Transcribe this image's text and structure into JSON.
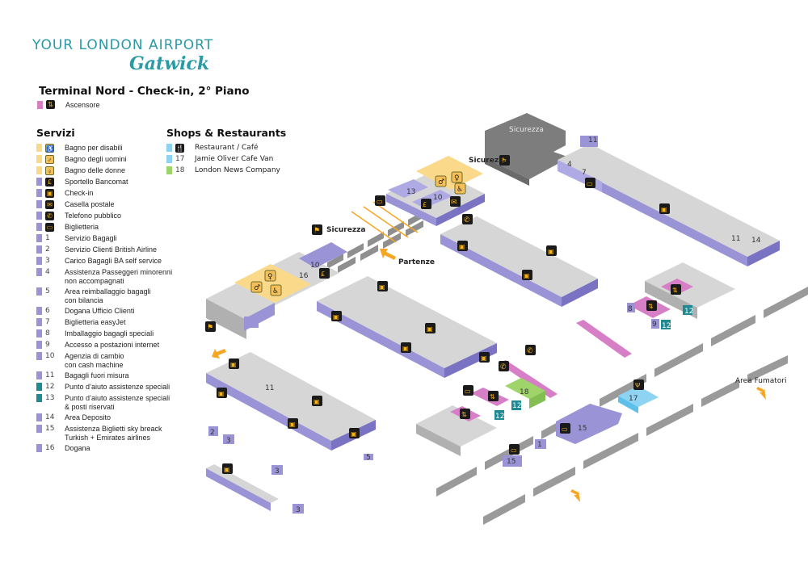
{
  "brand": {
    "tagline": "YOUR LONDON AIRPORT",
    "name": "Gatwick"
  },
  "page_title": "Terminal Nord - Check-in, 2° Piano",
  "lift_legend": {
    "icon": "lift-icon",
    "label": "Ascensore",
    "color": "#d77fc6"
  },
  "colors": {
    "brand": "#2a9aa6",
    "lift": "#d77fc6",
    "lift_dark": "#c2409f",
    "toilet": "#fbd98a",
    "service": "#9a93d6",
    "service_dark": "#7a72c2",
    "assistance": "#1f8a93",
    "restaurant": "#8fd3f3",
    "news": "#9ed46a",
    "security": "#7d7d7d",
    "floor": "#d6d6d6",
    "arrow": "#f5a623",
    "icon_bg": "#1a1a1a",
    "icon_fg": "#f5b21b"
  },
  "services": {
    "title": "Servizi",
    "items": [
      {
        "type": "icon",
        "icon": "wheelchair-icon",
        "glyph": "♿",
        "swatch": "toilet",
        "label": "Bagno per disabili"
      },
      {
        "type": "icon",
        "icon": "mens-toilet-icon",
        "glyph": "♂",
        "swatch": "toilet",
        "label": "Bagno degli uomini"
      },
      {
        "type": "icon",
        "icon": "womens-toilet-icon",
        "glyph": "♀",
        "swatch": "toilet",
        "label": "Bagno delle donne"
      },
      {
        "type": "icon",
        "icon": "atm-icon",
        "glyph": "£",
        "swatch": "service",
        "label": "Sportello Bancomat"
      },
      {
        "type": "icon",
        "icon": "check-in-icon",
        "glyph": "▣",
        "swatch": "service",
        "label": "Check-in"
      },
      {
        "type": "icon",
        "icon": "mailbox-icon",
        "glyph": "✉",
        "swatch": "service",
        "label": "Casella postale"
      },
      {
        "type": "icon",
        "icon": "phone-icon",
        "glyph": "✆",
        "swatch": "service",
        "label": "Telefono pubblico"
      },
      {
        "type": "icon",
        "icon": "ticket-icon",
        "glyph": "▭",
        "swatch": "service",
        "label": "Biglietteria"
      },
      {
        "type": "num",
        "num": "1",
        "swatch": "service",
        "label": "Servizio Bagagli"
      },
      {
        "type": "num",
        "num": "2",
        "swatch": "service",
        "label": "Servizio Clienti British Airline"
      },
      {
        "type": "num",
        "num": "3",
        "swatch": "service",
        "label": "Carico Bagagli BA self service"
      },
      {
        "type": "num",
        "num": "4",
        "swatch": "service",
        "label": "Assistenza Passeggeri minorenni",
        "label2": "non accompagnati"
      },
      {
        "type": "num",
        "num": "5",
        "swatch": "service",
        "label": "Area reimballaggio bagagli",
        "label2": "con bilancia"
      },
      {
        "type": "num",
        "num": "6",
        "swatch": "service",
        "label": "Dogana Ufficio Clienti"
      },
      {
        "type": "num",
        "num": "7",
        "swatch": "service",
        "label": "Biglietteria easyJet"
      },
      {
        "type": "num",
        "num": "8",
        "swatch": "service",
        "label": "Imballaggio bagagli speciali"
      },
      {
        "type": "num",
        "num": "9",
        "swatch": "service",
        "label": "Accesso a postazioni internet"
      },
      {
        "type": "num",
        "num": "10",
        "swatch": "service",
        "label": "Agenzia di cambio",
        "label2": "con cash machine"
      },
      {
        "type": "num",
        "num": "11",
        "swatch": "service",
        "label": "Bagagli fuori misura"
      },
      {
        "type": "num",
        "num": "12",
        "swatch": "assistance",
        "label": "Punto d’aiuto assistenze speciali"
      },
      {
        "type": "num",
        "num": "13",
        "swatch": "assistance",
        "label": "Punto d’aiuto assistenze speciali",
        "label2": "& posti riservati"
      },
      {
        "type": "num",
        "num": "14",
        "swatch": "service",
        "label": "Area Deposito"
      },
      {
        "type": "num",
        "num": "15",
        "swatch": "service",
        "label": "Assistenza Biglietti sky breack",
        "label2": "Turkish + Emirates airlines"
      },
      {
        "type": "num",
        "num": "16",
        "swatch": "service",
        "label": "Dogana"
      }
    ]
  },
  "shops": {
    "title": "Shops & Restaurants",
    "items": [
      {
        "type": "icon",
        "icon": "restaurant-icon",
        "glyph": "🍴",
        "swatch": "restaurant",
        "label": "Restaurant / Café"
      },
      {
        "type": "num",
        "num": "17",
        "swatch": "restaurant",
        "label": "Jamie Oliver Cafe Van"
      },
      {
        "type": "num",
        "num": "18",
        "swatch": "news",
        "label": "London News Company"
      }
    ]
  },
  "map": {
    "labels": {
      "security_block": "Sicurezza",
      "security_1": "Sicurezza",
      "security_2": "Sicurezza",
      "departures": "Partenze",
      "smoking_area": "Area Fumatori"
    },
    "area_numbers": [
      "13",
      "10",
      "11",
      "4",
      "7",
      "11",
      "14",
      "10",
      "16",
      "8",
      "9",
      "12",
      "12",
      "12",
      "12",
      "18",
      "17",
      "11",
      "2",
      "3",
      "3",
      "3",
      "5",
      "1",
      "15",
      "15"
    ]
  }
}
